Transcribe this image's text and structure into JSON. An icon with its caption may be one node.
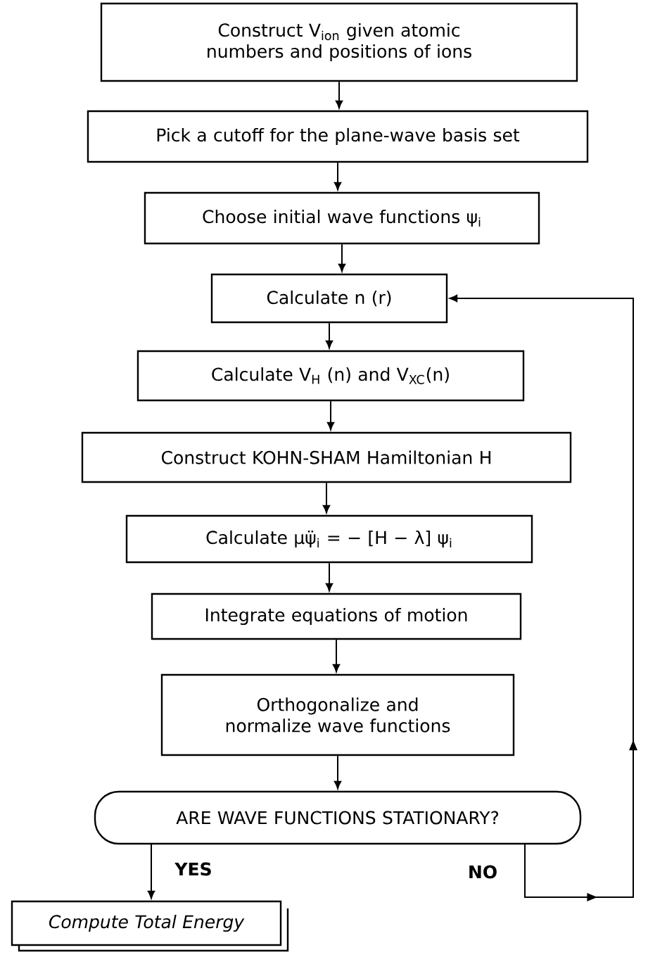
{
  "diagram": {
    "nodes": [
      {
        "text": [
          "Construct V$_{ion}$ given atomic numbers and positions of ions"
        ]
      },
      {
        "text": [
          "Pick a cutoff for the plane-wave basis set"
        ]
      },
      {
        "text": [
          "Choose initial wave functions ψ$_{i}$"
        ]
      },
      {
        "text": [
          "Calculate n (r)"
        ]
      },
      {
        "text": [
          "Calculate V$_{H}$ (n) and V$_{XC}$(n)"
        ]
      },
      {
        "text": [
          "Construct KOHN-SHAM Hamiltonian H"
        ]
      },
      {
        "text": [
          "Calculate μψ̈$_{i}$ = − [H − λ] ψ$_{i}$"
        ]
      },
      {
        "text": [
          "Integrate equations of motion"
        ]
      },
      {
        "text": [
          "Orthogonalize and normalize wave functions"
        ]
      },
      {
        "text": [
          "ARE WAVE FUNCTIONS STATIONARY?"
        ]
      },
      {
        "text": [
          "Compute Total Energy"
        ]
      }
    ],
    "edges": [
      {
        "from": 0,
        "to": 1,
        "arrow": "to"
      },
      {
        "from": 1,
        "to": 2,
        "arrow": "to"
      },
      {
        "from": 2,
        "to": 3,
        "arrow": "to"
      },
      {
        "from": 3,
        "to": 4,
        "arrow": "to"
      },
      {
        "from": 4,
        "to": 5,
        "arrow": "to"
      },
      {
        "from": 5,
        "to": 6,
        "arrow": "to"
      },
      {
        "from": 6,
        "to": 7,
        "arrow": "to"
      },
      {
        "from": 7,
        "to": 8,
        "arrow": "to"
      },
      {
        "from": 8,
        "to": 9,
        "arrow": "to"
      },
      {
        "from": 9,
        "to": 10,
        "arrow": "to",
        "label": "YES"
      },
      {
        "from": 9,
        "to": 3,
        "arrow": "to",
        "label": "NO"
      }
    ]
  }
}
